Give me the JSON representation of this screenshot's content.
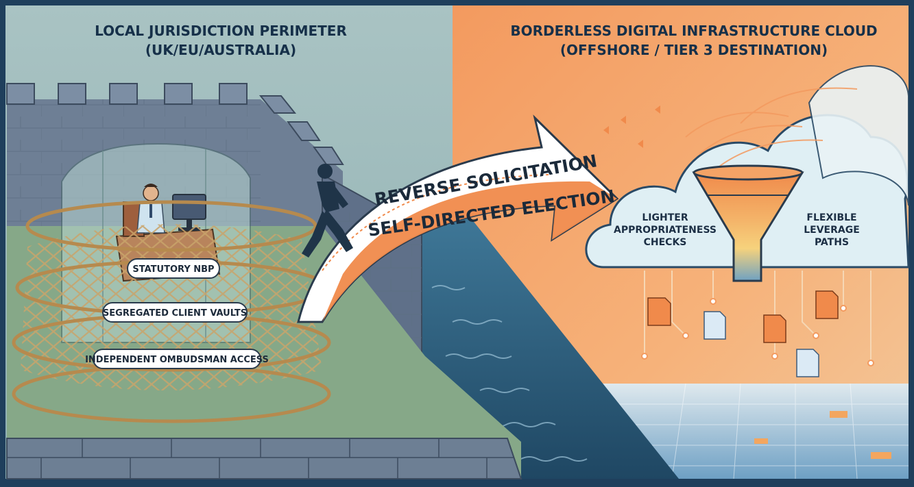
{
  "left_panel": {
    "title_line1": "LOCAL JURISDICTION PERIMETER",
    "title_line2": "(UK/EU/AUSTRALIA)",
    "labels": [
      "STATUTORY NBP",
      "SEGREGATED CLIENT VAULTS",
      "INDEPENDENT OMBUDSMAN ACCESS"
    ]
  },
  "arrow": {
    "line1": "REVERSE SOLICITATION",
    "line2": "SELF-DIRECTED ELECTION"
  },
  "right_panel": {
    "title_line1": "BORDERLESS DIGITAL INFRASTRUCTURE CLOUD",
    "title_line2": "(OFFSHORE / TIER 3 DESTINATION)",
    "left_label": [
      "LIGHTER",
      "APPROPRIATENESS",
      "CHECKS"
    ],
    "right_label": [
      "FLEXIBLE",
      "LEVERAGE",
      "PATHS"
    ]
  },
  "colors": {
    "left_bg": "#9fb8b8",
    "right_bg": "#f4a36a",
    "wall": "#6e7f95",
    "floor": "#86a888",
    "water": "#2f5f7e",
    "arrow_orange": "#f08a4b",
    "rope": "#c9a46a",
    "border": "#1f3f5c"
  },
  "icons": [
    "person-icon",
    "desk-icon",
    "monitor-icon",
    "walking-person-icon",
    "funnel-icon",
    "document-icon",
    "circuit-icon",
    "cloud-icon"
  ]
}
